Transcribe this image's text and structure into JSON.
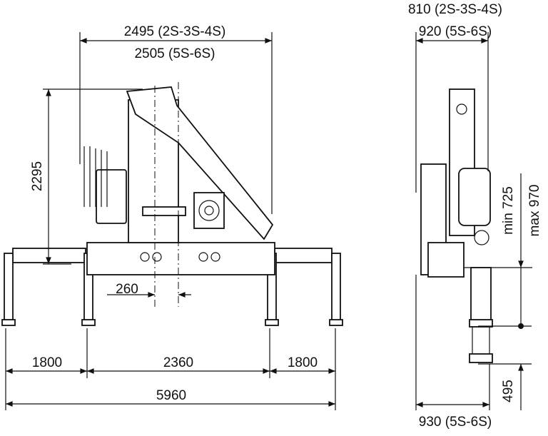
{
  "title": "Crane dimensions drawing",
  "front_view": {
    "width_2s4s": "2495 (2S-3S-4S)",
    "width_5s6s": "2505 (5S-6S)",
    "height": "2295",
    "offset": "260",
    "outrigger_left": "1800",
    "base": "2360",
    "outrigger_right": "1800",
    "total_span": "5960"
  },
  "side_view": {
    "width_2s4s": "810 (2S-3S-4S)",
    "width_5s6s": "920 (5S-6S)",
    "min_height": "min 725",
    "max_height": "max 970",
    "stroke": "495",
    "foot_width": "930 (5S-6S)"
  }
}
